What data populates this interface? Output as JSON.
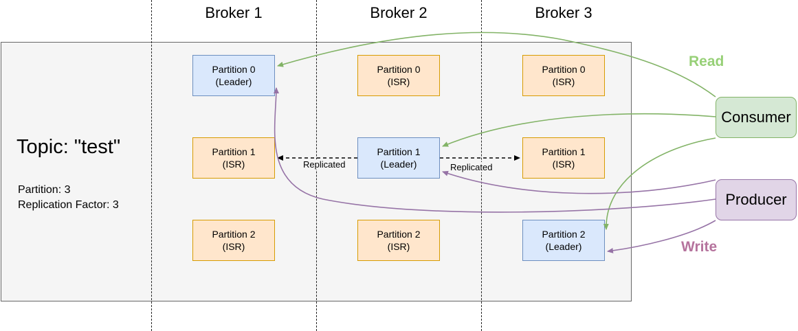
{
  "brokers": [
    "Broker 1",
    "Broker 2",
    "Broker 3"
  ],
  "topic": {
    "title": "Topic: \"test\"",
    "partition_line": "Partition: 3",
    "replication_line": "Replication Factor: 3"
  },
  "partitions": {
    "b1p0": {
      "name": "Partition 0",
      "role": "(Leader)"
    },
    "b2p0": {
      "name": "Partition 0",
      "role": "(ISR)"
    },
    "b3p0": {
      "name": "Partition 0",
      "role": "(ISR)"
    },
    "b1p1": {
      "name": "Partition 1",
      "role": "(ISR)"
    },
    "b2p1": {
      "name": "Partition 1",
      "role": "(Leader)"
    },
    "b3p1": {
      "name": "Partition 1",
      "role": "(ISR)"
    },
    "b1p2": {
      "name": "Partition 2",
      "role": "(ISR)"
    },
    "b2p2": {
      "name": "Partition 2",
      "role": "(ISR)"
    },
    "b3p2": {
      "name": "Partition 2",
      "role": "(Leader)"
    }
  },
  "replicated_label": "Replicated",
  "actors": {
    "consumer": "Consumer",
    "producer": "Producer"
  },
  "labels": {
    "read": "Read",
    "write": "Write"
  },
  "colors": {
    "read": "#82b366",
    "write": "#9673a6",
    "leader_fill": "#dae8fc",
    "isr_fill": "#ffe6cc"
  }
}
